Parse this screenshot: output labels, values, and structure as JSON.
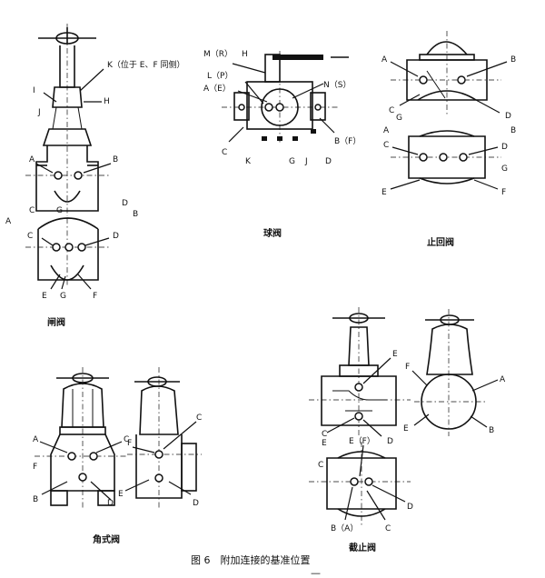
{
  "figure_caption": "图 6　附加连接的基准位置",
  "footer_mark": "—",
  "gate_valve": {
    "caption": "闸阀",
    "labels": {
      "K": "K（位于 E、F 同侧）",
      "I": "I",
      "J": "J",
      "H": "H",
      "A": "A",
      "B": "B",
      "D": "D",
      "C": "C",
      "G": "G",
      "A2": "A",
      "B2": "B",
      "C2": "C",
      "D2": "D",
      "E": "E",
      "G2": "G",
      "F": "F"
    }
  },
  "ball_valve": {
    "caption": "球阀",
    "labels": {
      "M": "M（R）",
      "H": "H",
      "N": "N（S）",
      "L": "L（P）",
      "A": "A（E）",
      "B": "B（F）",
      "C": "C",
      "K": "K",
      "G": "G",
      "J": "J",
      "D": "D"
    }
  },
  "check_valve": {
    "caption": "止回阀",
    "labels": {
      "A": "A",
      "B": "B",
      "C": "C",
      "G": "G",
      "D": "D",
      "A2": "A",
      "B2": "B",
      "C2": "C",
      "D2": "D",
      "G2": "G",
      "E": "E",
      "F": "F"
    }
  },
  "angle_valve": {
    "caption": "角式阀",
    "labels": {
      "A": "A",
      "C": "C",
      "F": "F",
      "B": "B",
      "D": "D",
      "F2": "F",
      "C2": "C",
      "E": "E",
      "D2": "D"
    }
  },
  "globe_valve": {
    "caption": "截止阀",
    "labels": {
      "E": "E",
      "C": "C",
      "E2": "E",
      "D": "D",
      "F": "F",
      "A": "A",
      "E3": "E",
      "B": "B",
      "EF": "E（F）",
      "C2": "C",
      "D2": "D",
      "BA": "B（A）",
      "C3": "C"
    }
  }
}
